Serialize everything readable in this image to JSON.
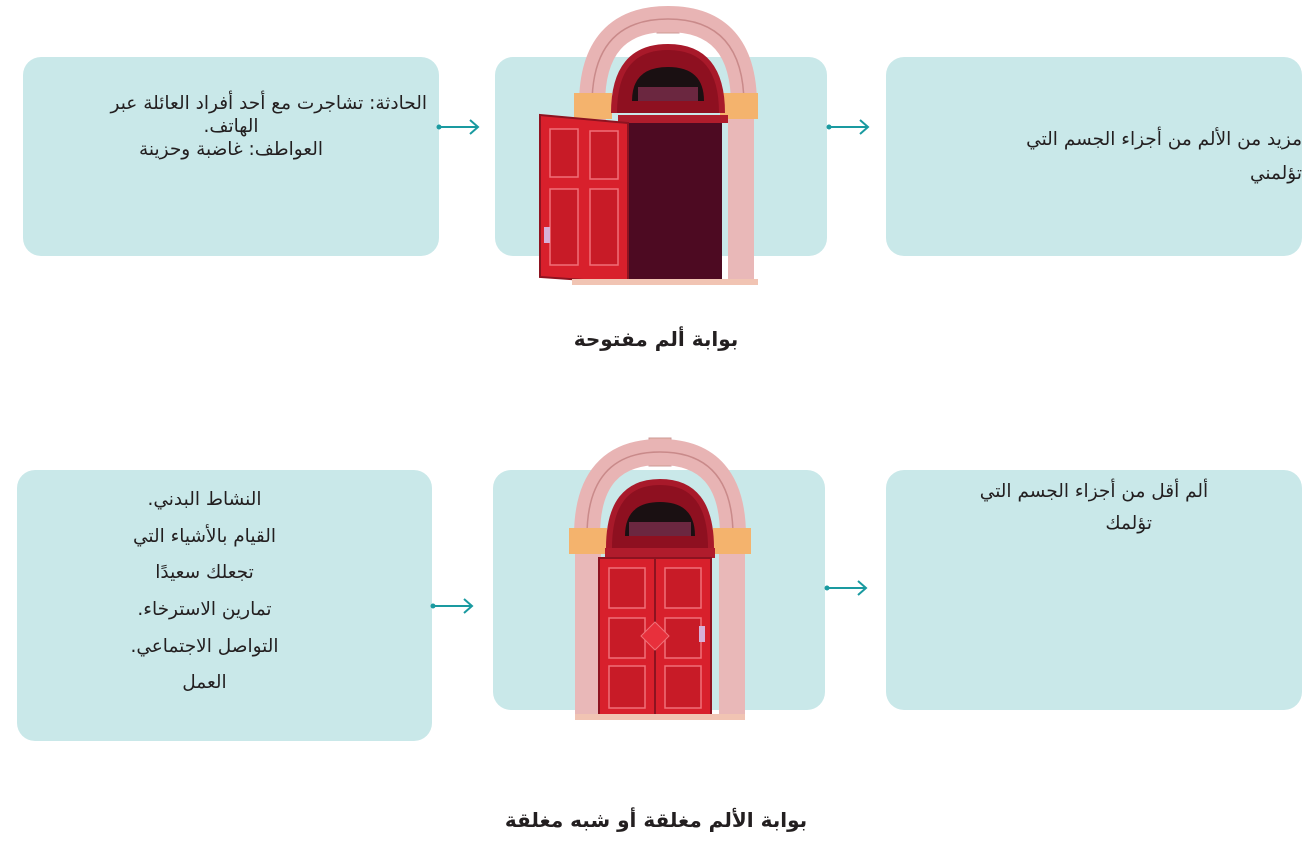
{
  "sections": [
    {
      "caption": "بوابة ألم مفتوحة",
      "left_box": {
        "lines": [
          "الحادثة: تشاجرت مع أحد أفراد العائلة عبر",
          "الهاتف.",
          "العواطف: غاضبة وحزينة"
        ]
      },
      "right_box": {
        "lines": [
          "مزيد من الألم من أجزاء الجسم التي",
          "تؤلمني"
        ]
      },
      "door_state": "open"
    },
    {
      "caption": "بوابة الألم مغلقة أو شبه مغلقة",
      "left_box": {
        "lines": [
          "النشاط البدني.",
          "القيام بالأشياء التي",
          "تجعلك سعيدًا",
          "تمارين الاسترخاء.",
          "التواصل الاجتماعي.",
          "العمل"
        ]
      },
      "right_box": {
        "lines": [
          "ألم أقل من أجزاء الجسم التي",
          "تؤلمك"
        ]
      },
      "door_state": "closed"
    }
  ],
  "colors": {
    "box": "#c9e8e9",
    "arrow": "#1a9aa0",
    "door_red": "#d8202c",
    "arch": "#e8b4b4"
  }
}
